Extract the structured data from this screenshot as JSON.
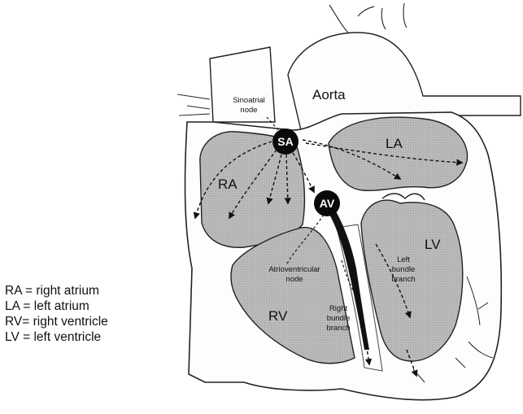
{
  "labels": {
    "aorta": "Aorta",
    "sinoatrial_line1": "Sinoatrial",
    "sinoatrial_line2": "node",
    "sa": "SA",
    "av": "AV",
    "la": "LA",
    "ra": "RA",
    "lv": "LV",
    "rv": "RV",
    "atrioventricular_line1": "Atrioventricular",
    "atrioventricular_line2": "node",
    "left_bundle_line1": "Left",
    "left_bundle_line2": "bundle",
    "left_bundle_line3": "branch",
    "right_bundle_line1": "Right",
    "right_bundle_line2": "bundle",
    "right_bundle_line3": "branch"
  },
  "legend": [
    "RA = right atrium",
    "LA = left atrium",
    "RV= right ventricle",
    "LV = left ventricle"
  ],
  "colors": {
    "chamber_fill": "#b9b9b9",
    "node_fill": "#0a0a0a",
    "outline": "#222222"
  }
}
